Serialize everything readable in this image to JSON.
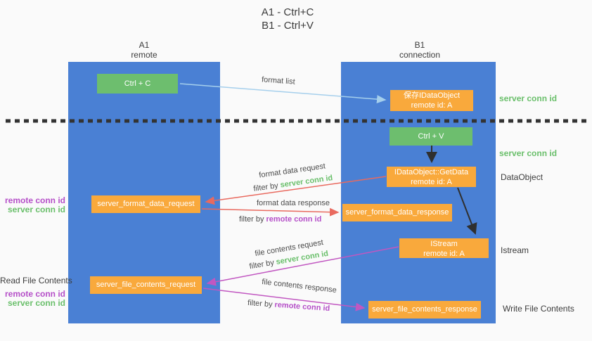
{
  "title": {
    "line1": "A1 - Ctrl+C",
    "line2": "B1 - Ctrl+V"
  },
  "lifelines": {
    "left": {
      "name": "A1",
      "role": "remote"
    },
    "right": {
      "name": "B1",
      "role": "connection"
    }
  },
  "boxes": {
    "ctrl_c": {
      "label": "Ctrl + C"
    },
    "ctrl_v": {
      "label": "Ctrl + V"
    },
    "save_dataobject": {
      "line1": "保存IDataObject",
      "line2": "remote id: A"
    },
    "getdata": {
      "line1": "IDataObject::GetData",
      "line2": "remote id: A"
    },
    "istream": {
      "line1": "IStream",
      "line2": "remote id: A"
    },
    "server_format_data_request": {
      "label": "server_format_data_request"
    },
    "server_format_data_response": {
      "label": "server_format_data_response"
    },
    "server_file_contents_request": {
      "label": "server_file_contents_request"
    },
    "server_file_contents_response": {
      "label": "server_file_contents_response"
    }
  },
  "arrow_labels": {
    "format_list": "format list",
    "format_data_request": "format data request",
    "format_data_response": "format data response",
    "file_contents_request": "file contents request",
    "file_contents_response": "file contents response",
    "filter_by": "filter by",
    "server_conn_id": "server conn id",
    "remote_conn_id": "remote conn id"
  },
  "side_labels": {
    "right": {
      "server_conn_id_top": "server conn id",
      "server_conn_id_mid": "server conn id",
      "dataobject": "DataObject",
      "istream": "Istream",
      "write_file_contents": "Write File Contents"
    },
    "left": {
      "remote_conn_id_1": "remote conn id",
      "server_conn_id_1": "server conn id",
      "read_file_contents": "Read File Contents",
      "remote_conn_id_2": "remote conn id",
      "server_conn_id_2": "server conn id"
    }
  },
  "colors": {
    "background": "#fafafa",
    "lifeline_blue": "#4a80d4",
    "box_green": "#6dbe6e",
    "box_orange": "#f9a93c",
    "green_label": "#6abf6b",
    "purple_label": "#b54fc8",
    "arrow_blue": "#a5cfec",
    "arrow_red": "#e96a5f",
    "arrow_magenta": "#c157c1",
    "arrow_black": "#2f2f2f",
    "text_dark": "#3c3c3c"
  }
}
